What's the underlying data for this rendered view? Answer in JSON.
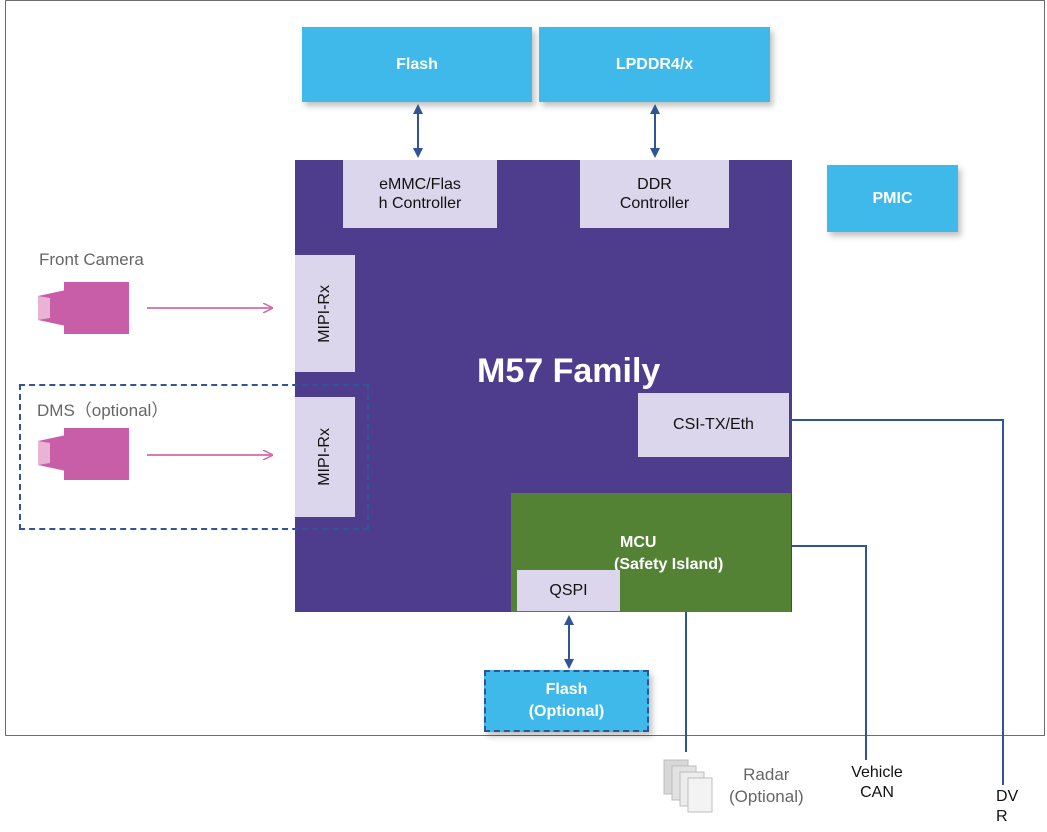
{
  "memory": {
    "flash_label": "Flash",
    "lpddr_label": "LPDDR4/x",
    "pmic_label": "PMIC"
  },
  "soc": {
    "title": "M57 Family",
    "emmc_line1": "eMMC/Flas",
    "emmc_line2": "h Controller",
    "ddr_line1": "DDR",
    "ddr_line2": "Controller",
    "mipi_rx_1": "MIPI-Rx",
    "mipi_rx_2": "MIPI-Rx",
    "csi_tx_label": "CSI-TX/Eth",
    "qspi_label": "QSPI",
    "mcu_line1": "MCU",
    "mcu_line2": "(Safety Island)"
  },
  "inputs": {
    "front_camera_label": "Front Camera",
    "dms_label": "DMS（optional）"
  },
  "external": {
    "flash_optional_line1": "Flash",
    "flash_optional_line2": "(Optional)",
    "radar_line1": "Radar",
    "radar_line2": "(Optional)",
    "vehicle_can_line1": "Vehicle",
    "vehicle_can_line2": "CAN",
    "dvr_line1": "DV",
    "dvr_line2": "R"
  },
  "colors": {
    "soc": "#4e3c8c",
    "mcu": "#548235",
    "memory_blue": "#3fb9ea",
    "interface_lavender": "#dcd6ec",
    "camera_pink": "#c85ea8",
    "connector_blue": "#2f5597",
    "camera_arrow": "#d36aa8"
  },
  "icons": {
    "camera": "camera-icon",
    "radar": "radar-stack-icon"
  }
}
